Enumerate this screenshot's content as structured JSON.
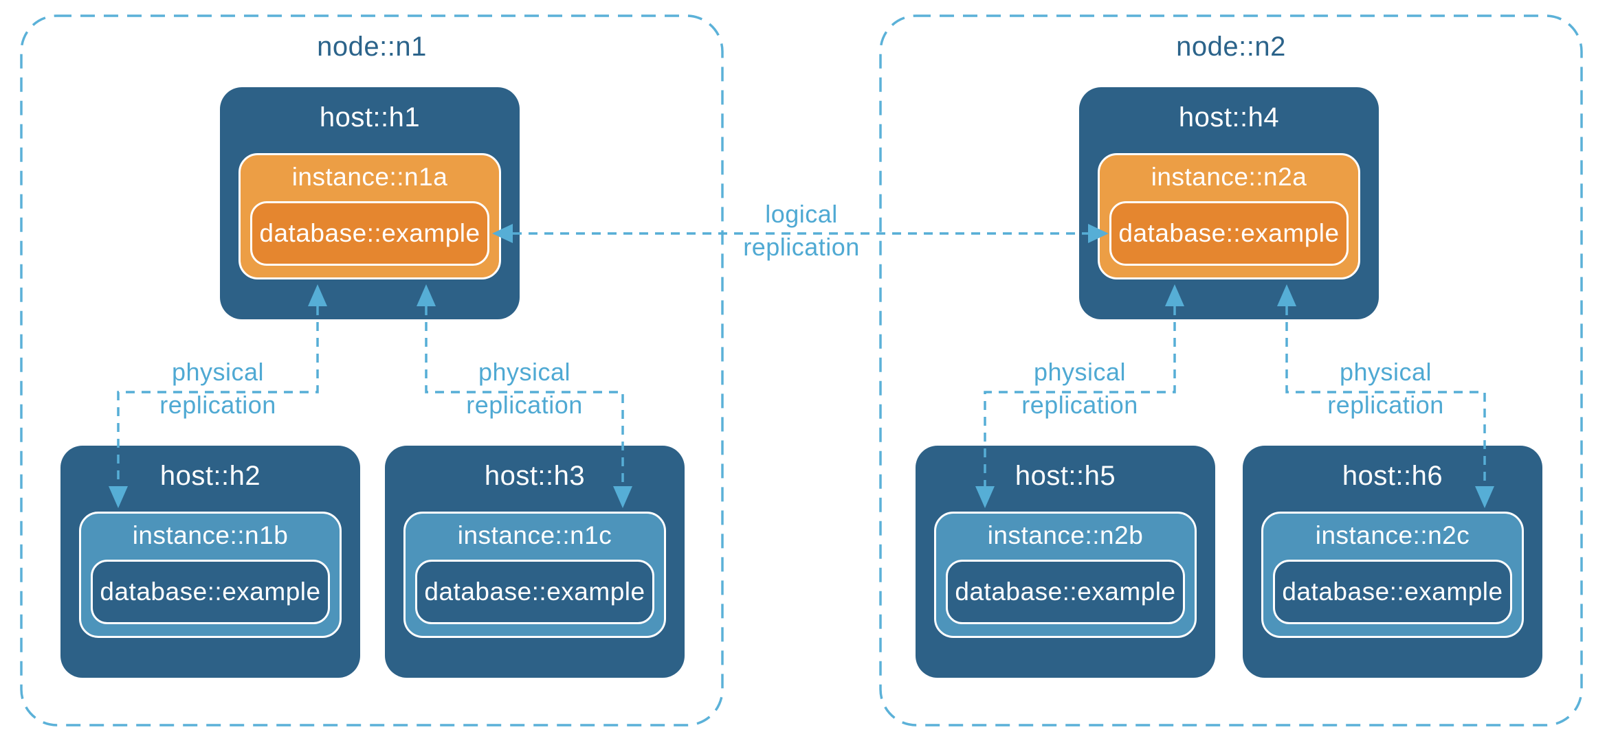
{
  "nodes": [
    {
      "label": "node::n1",
      "hosts": [
        {
          "label": "host::h1",
          "role": "primary",
          "instance": {
            "label": "instance::n1a",
            "database": {
              "label": "database::example"
            }
          }
        },
        {
          "label": "host::h2",
          "role": "replica",
          "instance": {
            "label": "instance::n1b",
            "database": {
              "label": "database::example"
            }
          }
        },
        {
          "label": "host::h3",
          "role": "replica",
          "instance": {
            "label": "instance::n1c",
            "database": {
              "label": "database::example"
            }
          }
        }
      ]
    },
    {
      "label": "node::n2",
      "hosts": [
        {
          "label": "host::h4",
          "role": "primary",
          "instance": {
            "label": "instance::n2a",
            "database": {
              "label": "database::example"
            }
          }
        },
        {
          "label": "host::h5",
          "role": "replica",
          "instance": {
            "label": "instance::n2b",
            "database": {
              "label": "database::example"
            }
          }
        },
        {
          "label": "host::h6",
          "role": "replica",
          "instance": {
            "label": "instance::n2c",
            "database": {
              "label": "database::example"
            }
          }
        }
      ]
    }
  ],
  "connectors": {
    "logical": {
      "line1": "logical",
      "line2": "replication"
    },
    "physical": [
      {
        "line1": "physical",
        "line2": "replication"
      },
      {
        "line1": "physical",
        "line2": "replication"
      },
      {
        "line1": "physical",
        "line2": "replication"
      },
      {
        "line1": "physical",
        "line2": "replication"
      }
    ]
  },
  "colors": {
    "host_fill": "#2D6187",
    "instance_primary_fill": "#EC9E45",
    "database_primary_fill": "#E5862F",
    "instance_replica_fill": "#4D94BB",
    "database_replica_fill": "#2D6187",
    "connector_blue": "#56AED6",
    "node_border_blue": "#5BB1D8",
    "node_label_text": "#2B638A",
    "connector_label_text": "#4FA9D3",
    "box_text": "#FFFFFF"
  }
}
